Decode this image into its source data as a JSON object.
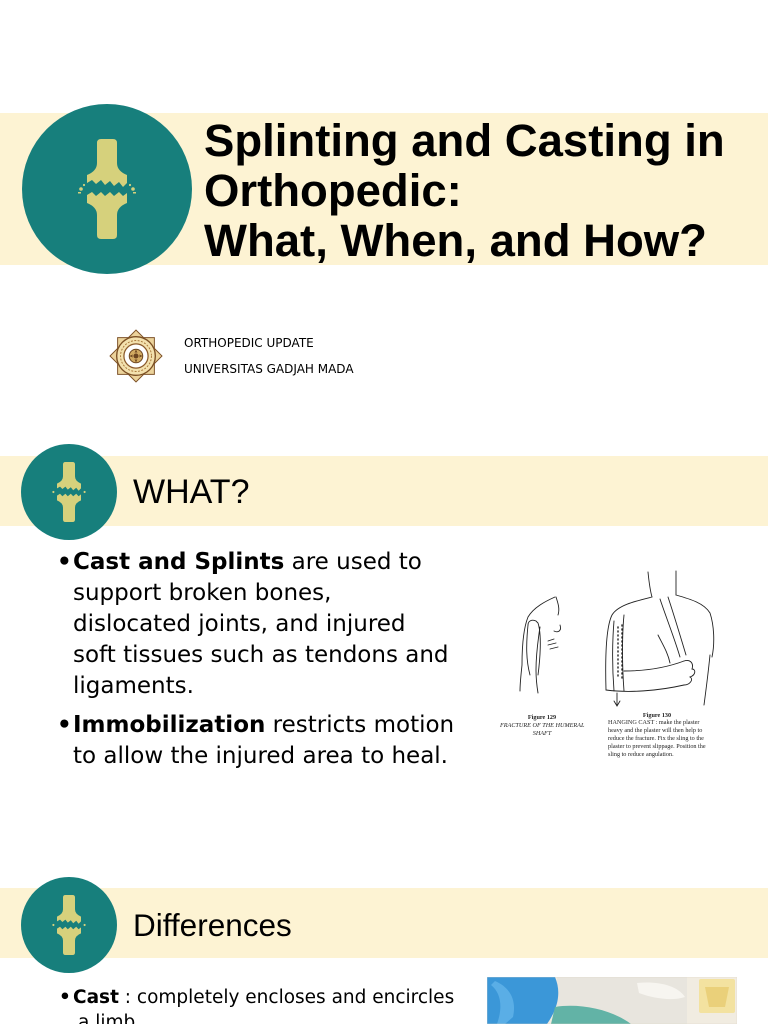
{
  "colors": {
    "band": "#fdf3d3",
    "circle": "#177f7c",
    "icon": "#d6d17c",
    "text": "#000000"
  },
  "bullet_symbol": "•",
  "title_slide": {
    "icon": "bone-joint-icon",
    "title_lines": [
      "Splinting and Casting in",
      "Orthopedic:",
      "What, When, and How?"
    ],
    "logo": "university-seal-logo",
    "org_lines": [
      "ORTHOPEDIC UPDATE",
      "UNIVERSITAS GADJAH MADA"
    ]
  },
  "what_slide": {
    "icon": "bone-joint-icon",
    "heading": "WHAT?",
    "bullets": [
      {
        "bold": "Cast and Splints",
        "lines": [
          " are used to",
          "support broken bones,",
          "dislocated joints, and injured",
          "soft tissues such as tendons and",
          "ligaments."
        ]
      },
      {
        "bold": "Immobilization",
        "lines": [
          " restricts motion",
          "to allow the injured area to heal."
        ]
      }
    ],
    "figure": {
      "fig129_label": "Figure 129",
      "fig129_caption_lines": [
        "FRACTURE OF THE HUMERAL",
        "SHAFT"
      ],
      "fig130_label": "Figure 130",
      "fig130_caption_lines": [
        "HANGING CAST : make the plaster",
        "heavy and the plaster will then help to",
        "reduce the fracture. Fix the sling to the",
        "plaster to prevent slippage. Position the",
        "sling to reduce angulation."
      ]
    }
  },
  "differences_slide": {
    "icon": "bone-joint-icon",
    "heading": "Differences",
    "bullets": [
      {
        "bold": "Cast",
        "lines": [
          " : completely encloses and encircles",
          "a limb"
        ]
      }
    ]
  }
}
